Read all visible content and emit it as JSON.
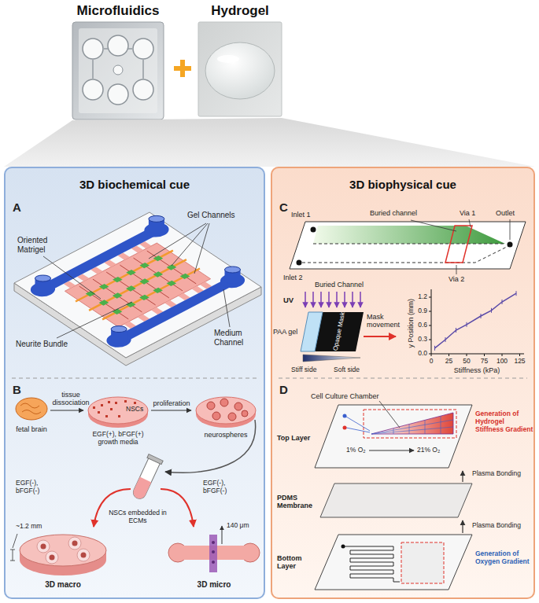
{
  "diagram": {
    "nodes": [
      {
        "text": [
          "Microfluidics"
        ]
      },
      {
        "text": [
          "Hydrogel"
        ]
      },
      {
        "text": [
          "3D biochemical cue"
        ]
      },
      {
        "text": [
          "3D biophysical cue"
        ]
      }
    ],
    "labels": [
      "A",
      "Oriented Matrigel",
      "Gel Channels",
      "Neurite Bundle",
      "Medium Channel",
      "B",
      "fetal brain",
      "tissue dissociation",
      "proliferation",
      "NSCs",
      "EGF(+), bFGF(+) growth media",
      "neurospheres",
      "NSCs embedded in ECMs",
      "EGF(-), bFGF(-)",
      "~1.2 mm",
      "3D macro",
      "EGF(-), bFGF(-)",
      "140 μm",
      "3D micro",
      "C",
      "Inlet 1",
      "Buried channel",
      "Via 1",
      "Outlet",
      "Via 2",
      "Inlet 2",
      "Buried Channel",
      "UV",
      "PAA gel",
      "Opaque Mask",
      "Mask movement",
      "Stiff side",
      "Soft side",
      "y Position (mm)",
      "1.2",
      "0.9",
      "0.6",
      "0.3",
      "0.0",
      "0",
      "25",
      "50",
      "75",
      "100",
      "125",
      "Stiffness (kPa)",
      "D",
      "Cell Culture Chamber",
      "Generation of Hydrogel Stiffness Gradient",
      "Top Layer",
      "1% O₂",
      "21% O₂",
      "Plasma Bonding",
      "PDMS Membrane",
      "Plasma Bonding",
      "Bottom Layer",
      "Generation of Oxygen Gradient"
    ]
  }
}
